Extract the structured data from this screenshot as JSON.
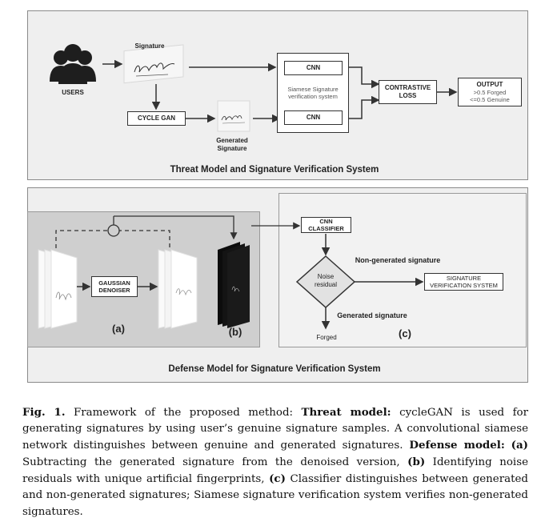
{
  "threat": {
    "title": "Threat Model and Signature Verification System",
    "users_label": "USERS",
    "signature_label": "Signature",
    "signature_text": "Kathh",
    "cyclegan_label": "CYCLE GAN",
    "generated_label": "Generated\nSignature",
    "siamese_label": "Siamese Signature\nverification system",
    "cnn_top": "CNN",
    "cnn_bottom": "CNN",
    "loss_label": "CONTRASTIVE\nLOSS",
    "output_title": "OUTPUT",
    "output_line1": ">0.5 Forged",
    "output_line2": "<=0.5 Genuine"
  },
  "defense": {
    "title": "Defense Model for Signature Verification System",
    "denoiser_label": "GAUSSIAN\nDENOISER",
    "label_a": "(a)",
    "label_b": "(b)",
    "label_c": "(c)",
    "cnn_classifier": "CNN CLASSIFIER",
    "noise_residual": "Noise\nresidual",
    "non_generated": "Non-generated signature",
    "sig_verif": "SIGNATURE\nVERIFICATION SYSTEM",
    "generated_sig": "Generated signature",
    "forged": "Forged",
    "minus_sign": "−"
  },
  "caption": {
    "fig": "Fig. 1.",
    "intro": " Framework of the proposed method: ",
    "threat_bold": "Threat model:",
    "threat_text": " cycleGAN is used for generating signatures by using user’s genuine signature samples. A convolutional siamese network distinguishes between genuine and generated signatures. ",
    "defense_bold": "Defense model:",
    "space1": " ",
    "a_bold": "(a)",
    "a_text": " Subtracting the generated signature from the denoised version, ",
    "b_bold": "(b)",
    "b_text": " Identifying noise residuals with unique artificial fingerprints, ",
    "c_bold": "(c)",
    "c_text": " Classifier distinguishes between generated and non-generated signatures; Siamese signature verification system verifies non-generated signatures."
  },
  "colors": {
    "panel_bg": "#efefef",
    "dark_panel": "#cfcfcf",
    "border": "#333333"
  }
}
